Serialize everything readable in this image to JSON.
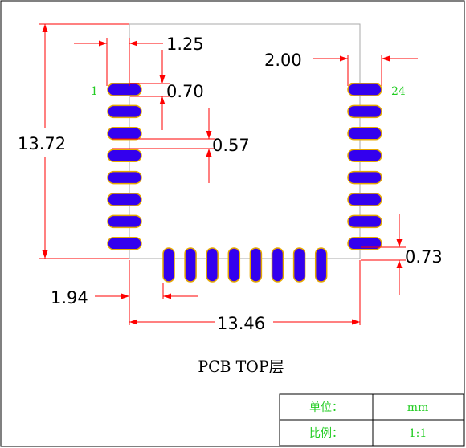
{
  "dimensions": {
    "pad_pitch": "1.25",
    "pad_height": "0.70",
    "pad_gap": "0.57",
    "right_offset": "2.00",
    "body_height": "13.72",
    "bottom_offset": "0.73",
    "left_offset": "1.94",
    "body_width": "13.46"
  },
  "pins": {
    "first": "1",
    "last": "24"
  },
  "title": "PCB TOP层",
  "table": {
    "unit_label": "单位：",
    "unit_value": "mm",
    "scale_label": "比例：",
    "scale_value": "1:1"
  },
  "colors": {
    "pad_fill": "#3300ee",
    "pad_stroke": "#e6a800",
    "dim_line": "#ff0000",
    "outline": "#aaaaaa",
    "label_green": "#22cc22"
  }
}
